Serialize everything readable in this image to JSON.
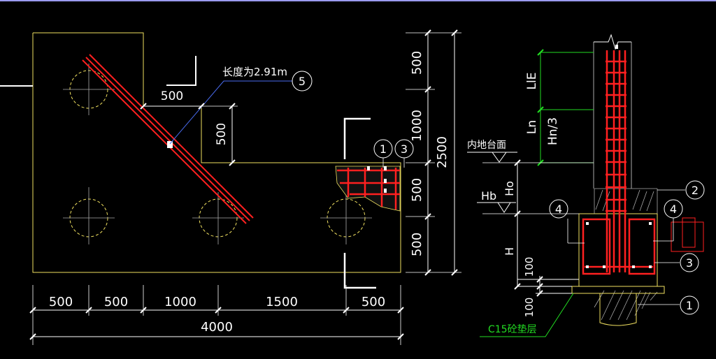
{
  "colors": {
    "background": "#000000",
    "dim_line": "#ffffff",
    "outline": "#f0e060",
    "rebar": "#ff2020",
    "pile": "#f0e060",
    "green": "#22dd22",
    "blue": "#4a6cf0",
    "topbar": "#9a9af0"
  },
  "plan": {
    "dims_bottom": [
      "500",
      "500",
      "1000",
      "1500",
      "500"
    ],
    "total_width": "4000",
    "rebar_length_label": "长度为2.91m",
    "callout_5": "5",
    "dim_500_horizontal": "500",
    "dim_500_vertical": "500",
    "callout_1": "1",
    "callout_3": "3"
  },
  "side_dims": {
    "segments": [
      "500",
      "1000",
      "500",
      "500"
    ],
    "total": "2500"
  },
  "section": {
    "label_LIE": "LlE",
    "label_Ln": "Ln",
    "label_Hn3": "Hn/3",
    "label_ground": "内地台面",
    "label_Hb": "Hb",
    "label_Ho": "Ho",
    "label_H": "H",
    "dim_100_a": "100",
    "dim_100_b": "100",
    "callout_1": "1",
    "callout_2": "2",
    "callout_3": "3",
    "callout_4_left": "4",
    "callout_4_right": "4",
    "cushion_label": "C15砼垫层"
  }
}
